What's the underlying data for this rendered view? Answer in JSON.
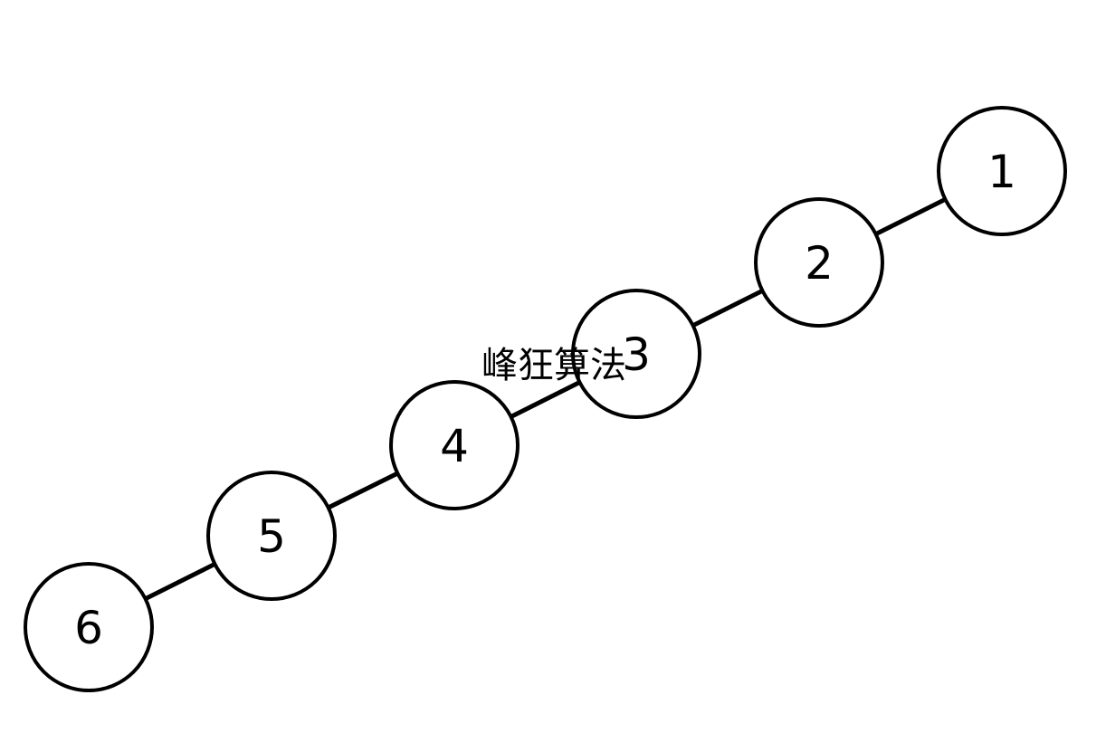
{
  "diagram": {
    "type": "linked-list-tree",
    "nodes": [
      {
        "id": "1",
        "label": "1"
      },
      {
        "id": "2",
        "label": "2"
      },
      {
        "id": "3",
        "label": "3"
      },
      {
        "id": "4",
        "label": "4"
      },
      {
        "id": "5",
        "label": "5"
      },
      {
        "id": "6",
        "label": "6"
      }
    ],
    "edges": [
      {
        "from": "1",
        "to": "2"
      },
      {
        "from": "2",
        "to": "3"
      },
      {
        "from": "3",
        "to": "4"
      },
      {
        "from": "4",
        "to": "5"
      },
      {
        "from": "5",
        "to": "6"
      }
    ],
    "watermark": "峰狂算法",
    "colors": {
      "stroke": "#000000",
      "fill": "#ffffff",
      "background": "#ffffff"
    }
  }
}
